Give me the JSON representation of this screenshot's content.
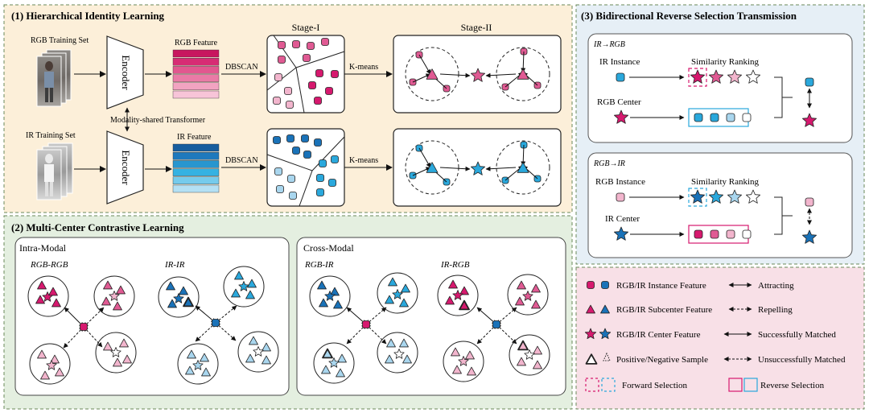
{
  "colors": {
    "panel1_bg": "#fcefd9",
    "panel2_bg": "#e4efe0",
    "panel3_bg": "#e6eff6",
    "legend_bg": "#f8e0e7",
    "rgb_strong": "#d6196e",
    "rgb_mid": "#e05a93",
    "rgb_light": "#f2b5cd",
    "ir_strong": "#1a72b8",
    "ir_mid": "#2aa8dc",
    "ir_light": "#a9d6ee"
  },
  "panel1": {
    "title": "(1) Hierarchical Identity Learning",
    "rgb_training_set": "RGB Training Set",
    "ir_training_set": "IR Training Set",
    "encoder_top": "Encoder",
    "encoder_bottom": "Encoder",
    "shared_transformer": "Modality-shared Transformer",
    "rgb_feature": "RGB Feature",
    "ir_feature": "IR Feature",
    "dbscan_top": "DBSCAN",
    "dbscan_bottom": "DBSCAN",
    "kmeans_top": "K-means",
    "kmeans_bottom": "K-means",
    "stage1": "Stage-I",
    "stage2": "Stage-II"
  },
  "panel2": {
    "title": "(2) Multi-Center Contrastive Learning",
    "intra_modal": "Intra-Modal",
    "cross_modal": "Cross-Modal",
    "rgb_rgb": "RGB-RGB",
    "ir_ir": "IR-IR",
    "rgb_ir": "RGB-IR",
    "ir_rgb": "IR-RGB"
  },
  "panel3": {
    "title": "(3) Bidirectional Reverse Selection Transmission",
    "ir_to_rgb": "IR→RGB",
    "rgb_to_ir": "RGB→IR",
    "ir_instance": "IR Instance",
    "rgb_center": "RGB Center",
    "rgb_instance": "RGB Instance",
    "ir_center": "IR Center",
    "similarity_ranking_1": "Similarity Ranking",
    "similarity_ranking_2": "Similarity Ranking"
  },
  "legend": {
    "instance_feature": "RGB/IR Instance Feature",
    "subcenter_feature": "RGB/IR Subcenter Feature",
    "center_feature": "RGB/IR Center Feature",
    "pos_neg_sample": "Positive/Negative Sample",
    "forward_selection": "Forward Selection",
    "attracting": "Attracting",
    "repelling": "Repelling",
    "successfully_matched": "Successfully Matched",
    "unsuccessfully_matched": "Unsuccessfully Matched",
    "reverse_selection": "Reverse Selection"
  }
}
